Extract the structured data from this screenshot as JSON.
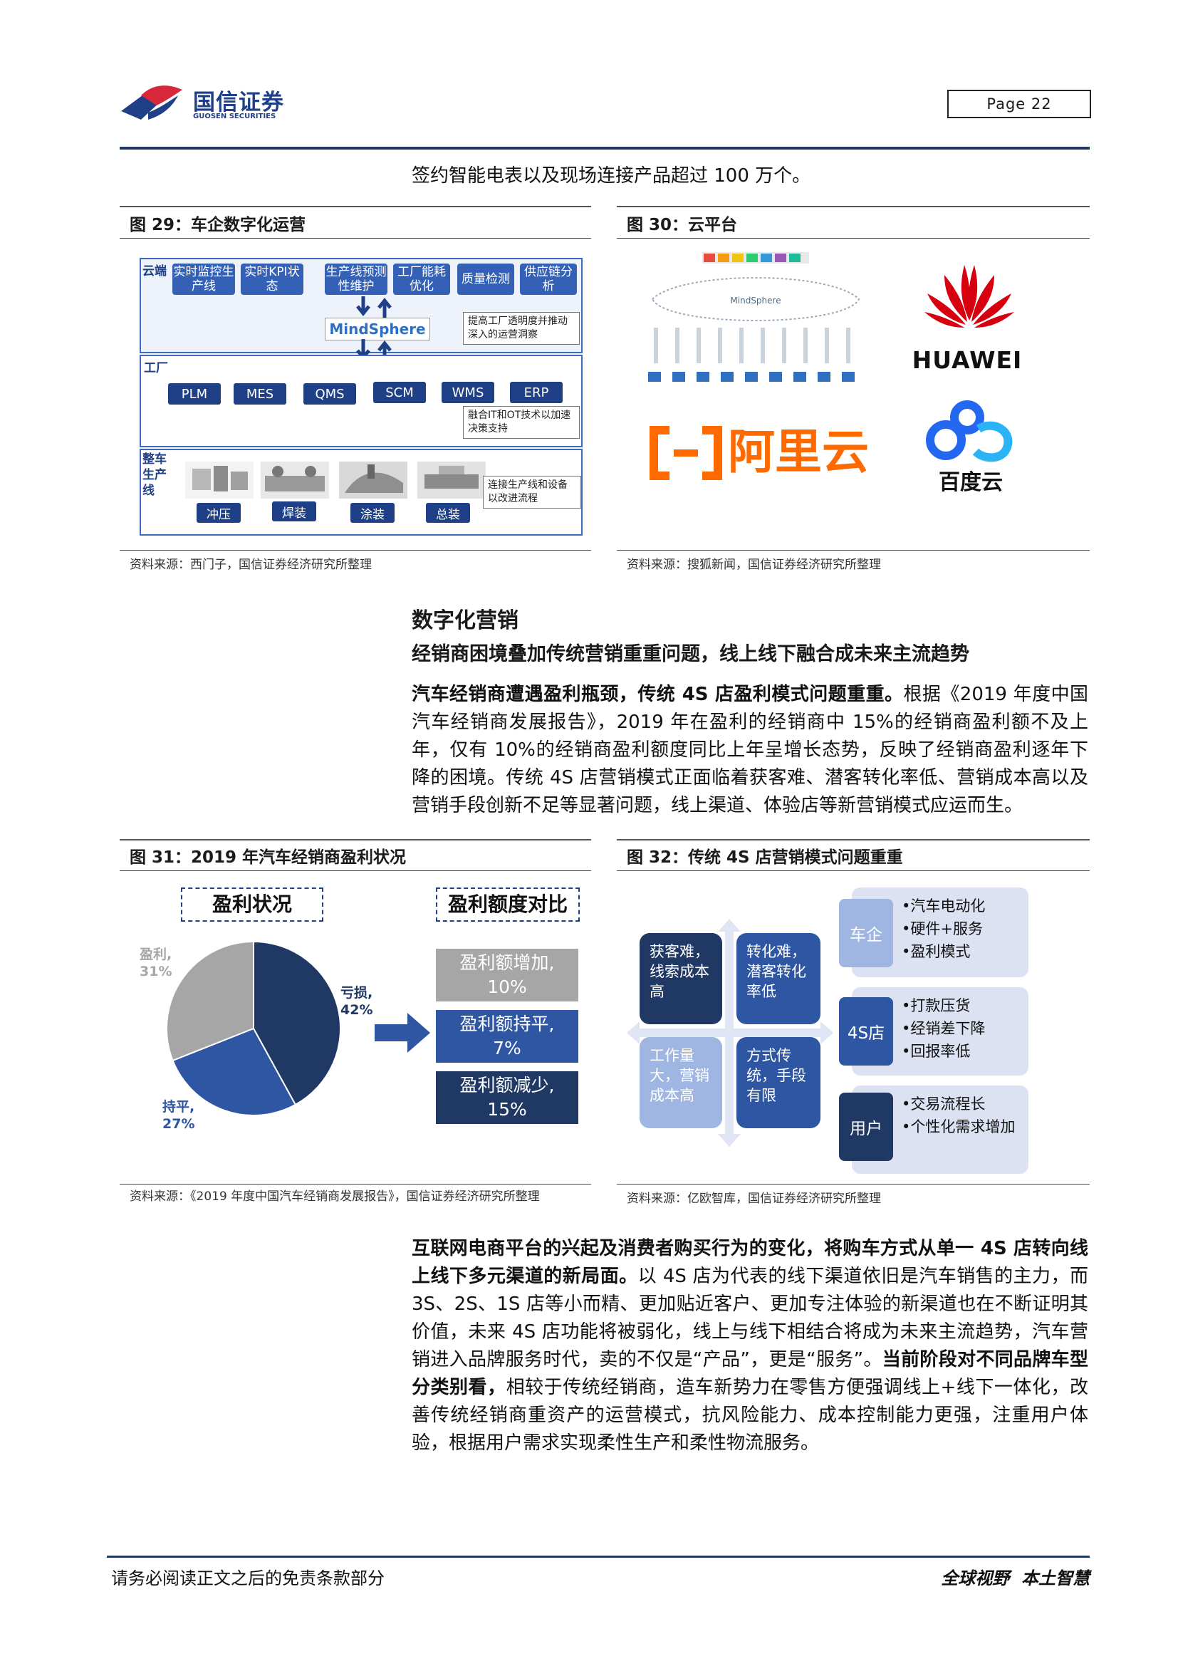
{
  "header": {
    "logo_cn": "国信证券",
    "logo_en": "GUOSEN SECURITIES",
    "page_label": "Page  22"
  },
  "intro_line": "签约智能电表以及现场连接产品超过 100 万个。",
  "fig29": {
    "title": "图 29：车企数字化运营",
    "cloud_label": "云端",
    "cloud_buttons": [
      "实时监控生产线",
      "实时KPI状态",
      "生产线预测性维护",
      "工厂能耗优化",
      "质量检测",
      "供应链分析"
    ],
    "mindsphere": "MindSphere",
    "cloud_note": "提高工厂透明度并推动深入的运营洞察",
    "factory_label": "工厂",
    "factory_modules": [
      "PLM",
      "MES",
      "QMS",
      "SCM",
      "WMS",
      "ERP"
    ],
    "factory_note": "融合IT和OT技术以加速决策支持",
    "line_label": "整车生产线",
    "line_steps": [
      "冲压",
      "焊装",
      "涂装",
      "总装"
    ],
    "line_note": "连接生产线和设备以改进流程",
    "source": "资料来源：西门子，国信证券经济研究所整理"
  },
  "fig30": {
    "title": "图 30：云平台",
    "logos": [
      "HUAWEI",
      "阿里云",
      "百度云"
    ],
    "diagram_label": "MindSphere",
    "source": "资料来源：搜狐新闻，国信证券经济研究所整理"
  },
  "section": {
    "heading": "数字化营销",
    "subheading": "经销商困境叠加传统营销重重问题，线上线下融合成未来主流趋势",
    "para1_bold": "汽车经销商遭遇盈利瓶颈，传统 4S 店盈利模式问题重重。",
    "para1_rest": "根据《2019 年度中国汽车经销商发展报告》，2019 年在盈利的经销商中 15%的经销商盈利额不及上年，仅有 10%的经销商盈利额度同比上年呈增长态势，反映了经销商盈利逐年下降的困境。传统 4S 店营销模式正面临着获客难、潜客转化率低、营销成本高以及营销手段创新不足等显著问题，线上渠道、体验店等新营销模式应运而生。"
  },
  "fig31": {
    "title": "图 31：2019 年汽车经销商盈利状况",
    "left_heading": "盈利状况",
    "right_heading": "盈利额度对比",
    "pie_label_profit": "盈利,",
    "pie_label_loss": "亏损,",
    "pie_label_flat": "持平,",
    "bars": [
      {
        "label": "盈利额增加,",
        "value_text": "10%"
      },
      {
        "label": "盈利额持平,",
        "value_text": "7%"
      },
      {
        "label": "盈利额减少,",
        "value_text": "15%"
      }
    ],
    "colors": {
      "loss": "#1f3864",
      "flat": "#2e56a3",
      "profit": "#a6a6a6",
      "bar_increase": "#a6a6a6",
      "bar_flat": "#2e56a3",
      "bar_decrease": "#1f3864",
      "arrow": "#2e56a3"
    },
    "source": "资料来源：《2019 年度中国汽车经销商发展报告》，国信证券经济研究所整理"
  },
  "chart_data": {
    "type": "pie",
    "title": "盈利状况",
    "categories": [
      "亏损",
      "持平",
      "盈利"
    ],
    "values": [
      42,
      27,
      31
    ],
    "value_labels": [
      "42%",
      "27%",
      "31%"
    ]
  },
  "fig32": {
    "title": "图 32：传统 4S 店营销模式问题重重",
    "quadrants": [
      "获客难，线索成本高",
      "转化难，潜客转化率低",
      "工作量大，营销成本高",
      "方式传统，手段有限"
    ],
    "categories": [
      {
        "name": "车企",
        "items": [
          "•汽车电动化",
          "•硬件+服务",
          "•盈利模式"
        ]
      },
      {
        "name": "4S店",
        "items": [
          "•打款压货",
          "•经销差下降",
          "•回报率低"
        ]
      },
      {
        "name": "用户",
        "items": [
          "•交易流程长",
          "•个性化需求增加"
        ]
      }
    ],
    "source": "资料来源：亿欧智库，国信证券经济研究所整理"
  },
  "para2": {
    "bold1": "互联网电商平台的兴起及消费者购买行为的变化，将购车方式从单一 4S 店转向线上线下多元渠道的新局面。",
    "text1": "以 4S 店为代表的线下渠道依旧是汽车销售的主力，而 3S、2S、1S 店等小而精、更加贴近客户、更加专注体验的新渠道也在不断证明其价值，未来 4S 店功能将被弱化，线上与线下相结合将成为未来主流趋势，汽车营销进入品牌服务时代，卖的不仅是“产品”，更是“服务”。",
    "bold2": "当前阶段对不同品牌车型分类别看，",
    "text2": "相较于传统经销商，造车新势力在零售方便强调线上+线下一体化，改善传统经销商重资产的运营模式，抗风险能力、成本控制能力更强，注重用户体验，根据用户需求实现柔性生产和柔性物流服务。"
  },
  "footer": {
    "left": "请务必阅读正文之后的免责条款部分",
    "right": "全球视野  本土智慧"
  }
}
